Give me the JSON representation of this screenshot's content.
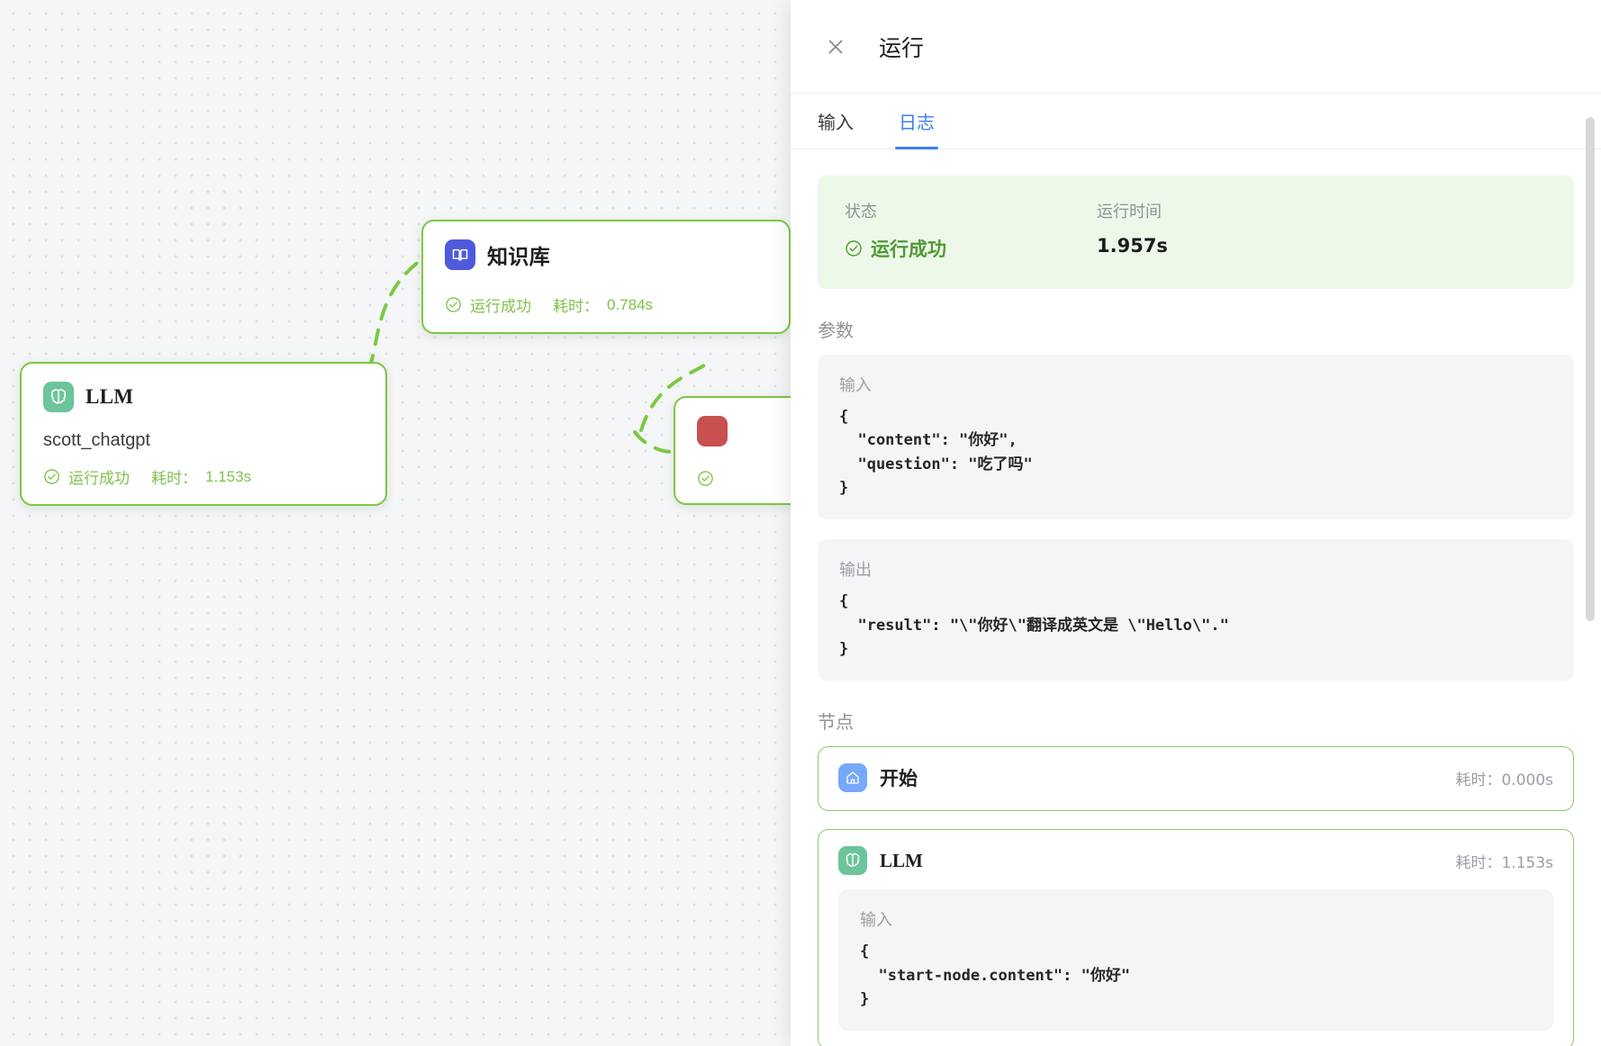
{
  "canvas": {
    "nodes": [
      {
        "id": "llm",
        "title": "LLM",
        "subtitle": "scott_chatgpt",
        "status": "运行成功",
        "duration_label": "耗时：",
        "duration": "1.153s",
        "icon": "brain-icon",
        "badge_color": "#6cc49a"
      },
      {
        "id": "kb",
        "title": "知识库",
        "status": "运行成功",
        "duration_label": "耗时：",
        "duration": "0.784s",
        "icon": "book-icon",
        "badge_color": "#4f59db"
      },
      {
        "id": "red",
        "title": "",
        "status": "",
        "icon": "unknown-icon",
        "badge_color": "#c8504f"
      }
    ],
    "edge_color": "#7ac943"
  },
  "panel": {
    "title": "运行",
    "close_icon": "close-icon",
    "tabs": [
      {
        "label": "输入",
        "active": false
      },
      {
        "label": "日志",
        "active": true
      }
    ],
    "summary": {
      "status_label": "状态",
      "status_value": "运行成功",
      "status_icon": "check-circle-icon",
      "time_label": "运行时间",
      "time_value": "1.957s",
      "bg_color": "#eef8e8",
      "status_color": "#4e9a35"
    },
    "params_section_label": "参数",
    "params": [
      {
        "label": "输入",
        "code": "{\n  \"content\": \"你好\",\n  \"question\": \"吃了吗\"\n}"
      },
      {
        "label": "输出",
        "code": "{\n  \"result\": \"\\\"你好\\\"翻译成英文是 \\\"Hello\\\".\"\n}"
      }
    ],
    "nodes_section_label": "节点",
    "nodes": [
      {
        "name": "开始",
        "icon": "home-icon",
        "badge_color": "#76a9f9",
        "duration_label": "耗时：",
        "duration": "0.000s",
        "blocks": []
      },
      {
        "name": "LLM",
        "icon": "brain-icon",
        "badge_color": "#6cc49a",
        "duration_label": "耗时：",
        "duration": "1.153s",
        "blocks": [
          {
            "label": "输入",
            "code": "{\n  \"start-node.content\": \"你好\"\n}"
          }
        ]
      }
    ]
  }
}
